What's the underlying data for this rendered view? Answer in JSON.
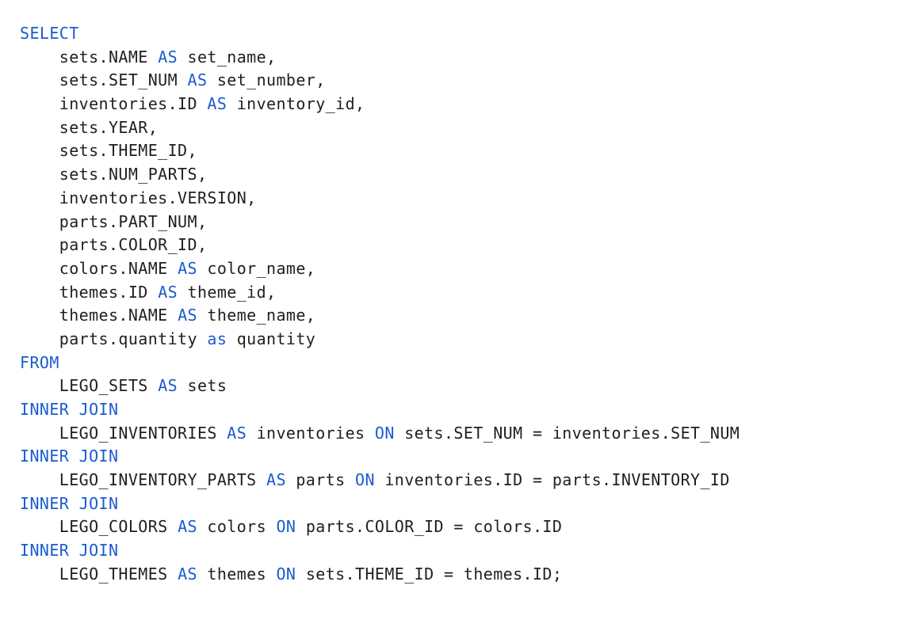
{
  "colors": {
    "background": "#ffffff",
    "text": "#1f1f1f",
    "keyword": "#1a5ccf"
  },
  "code": {
    "language": "sql",
    "lines": [
      [
        {
          "t": "SELECT",
          "k": true
        }
      ],
      [
        {
          "t": "    sets.NAME ",
          "k": false
        },
        {
          "t": "AS",
          "k": true
        },
        {
          "t": " set_name,",
          "k": false
        }
      ],
      [
        {
          "t": "    sets.SET_NUM ",
          "k": false
        },
        {
          "t": "AS",
          "k": true
        },
        {
          "t": " set_number,",
          "k": false
        }
      ],
      [
        {
          "t": "    inventories.ID ",
          "k": false
        },
        {
          "t": "AS",
          "k": true
        },
        {
          "t": " inventory_id,",
          "k": false
        }
      ],
      [
        {
          "t": "    sets.YEAR,",
          "k": false
        }
      ],
      [
        {
          "t": "    sets.THEME_ID,",
          "k": false
        }
      ],
      [
        {
          "t": "    sets.NUM_PARTS,",
          "k": false
        }
      ],
      [
        {
          "t": "    inventories.VERSION,",
          "k": false
        }
      ],
      [
        {
          "t": "    parts.PART_NUM,",
          "k": false
        }
      ],
      [
        {
          "t": "    parts.COLOR_ID,",
          "k": false
        }
      ],
      [
        {
          "t": "    colors.NAME ",
          "k": false
        },
        {
          "t": "AS",
          "k": true
        },
        {
          "t": " color_name,",
          "k": false
        }
      ],
      [
        {
          "t": "    themes.ID ",
          "k": false
        },
        {
          "t": "AS",
          "k": true
        },
        {
          "t": " theme_id,",
          "k": false
        }
      ],
      [
        {
          "t": "    themes.NAME ",
          "k": false
        },
        {
          "t": "AS",
          "k": true
        },
        {
          "t": " theme_name,",
          "k": false
        }
      ],
      [
        {
          "t": "    parts.quantity ",
          "k": false
        },
        {
          "t": "as",
          "k": true
        },
        {
          "t": " quantity",
          "k": false
        }
      ],
      [
        {
          "t": "FROM",
          "k": true
        }
      ],
      [
        {
          "t": "    LEGO_SETS ",
          "k": false
        },
        {
          "t": "AS",
          "k": true
        },
        {
          "t": " sets",
          "k": false
        }
      ],
      [
        {
          "t": "INNER JOIN",
          "k": true
        }
      ],
      [
        {
          "t": "    LEGO_INVENTORIES ",
          "k": false
        },
        {
          "t": "AS",
          "k": true
        },
        {
          "t": " inventories ",
          "k": false
        },
        {
          "t": "ON",
          "k": true
        },
        {
          "t": " sets.SET_NUM = inventories.SET_NUM",
          "k": false
        }
      ],
      [
        {
          "t": "INNER JOIN",
          "k": true
        }
      ],
      [
        {
          "t": "    LEGO_INVENTORY_PARTS ",
          "k": false
        },
        {
          "t": "AS",
          "k": true
        },
        {
          "t": " parts ",
          "k": false
        },
        {
          "t": "ON",
          "k": true
        },
        {
          "t": " inventories.ID = parts.INVENTORY_ID",
          "k": false
        }
      ],
      [
        {
          "t": "INNER JOIN",
          "k": true
        }
      ],
      [
        {
          "t": "    LEGO_COLORS ",
          "k": false
        },
        {
          "t": "AS",
          "k": true
        },
        {
          "t": " colors ",
          "k": false
        },
        {
          "t": "ON",
          "k": true
        },
        {
          "t": " parts.COLOR_ID = colors.ID",
          "k": false
        }
      ],
      [
        {
          "t": "INNER JOIN",
          "k": true
        }
      ],
      [
        {
          "t": "    LEGO_THEMES ",
          "k": false
        },
        {
          "t": "AS",
          "k": true
        },
        {
          "t": " themes ",
          "k": false
        },
        {
          "t": "ON",
          "k": true
        },
        {
          "t": " sets.THEME_ID = themes.ID;",
          "k": false
        }
      ]
    ]
  }
}
